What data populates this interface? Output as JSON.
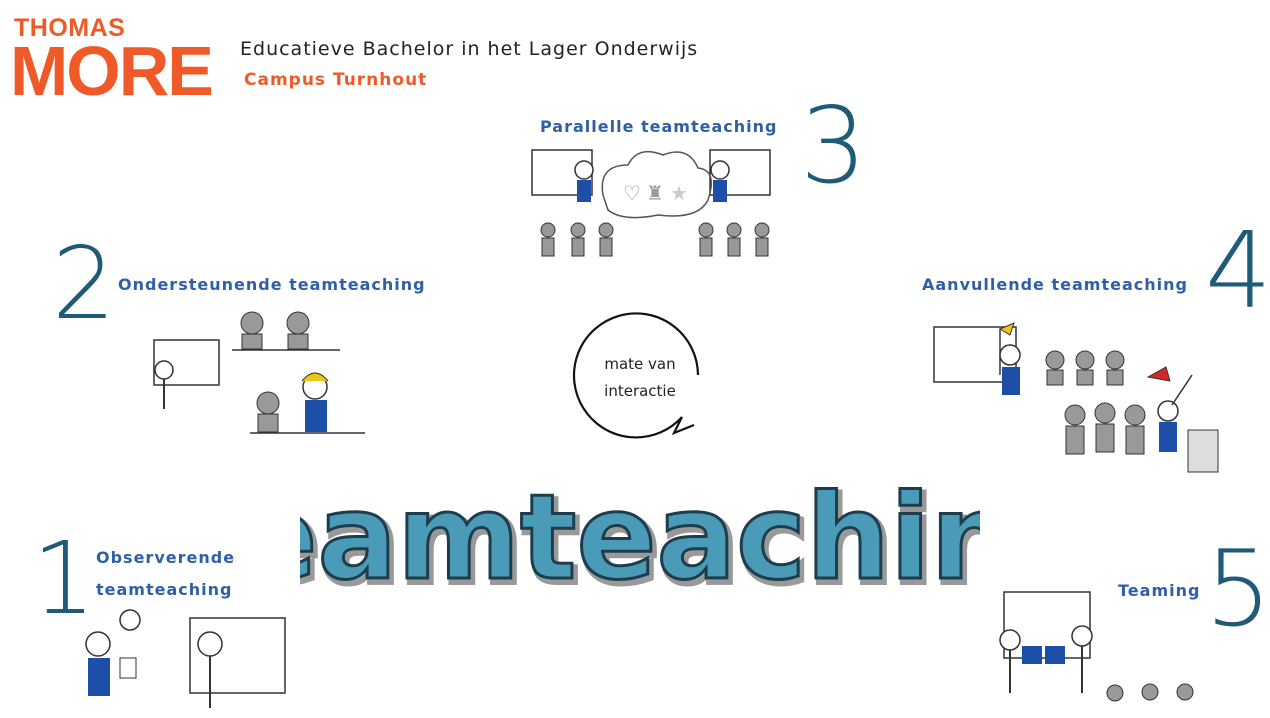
{
  "header": {
    "logo_line1": "THOMAS",
    "logo_line2": "MORE",
    "subtitle": "Educatieve Bachelor in het Lager Onderwijs",
    "campus": "Campus Turnhout"
  },
  "center": {
    "cycle_line1": "mate van",
    "cycle_line2": "interactie",
    "title": "teamteaching"
  },
  "steps": [
    {
      "number": "1",
      "label_line1": "Observerende",
      "label_line2": "teamteaching"
    },
    {
      "number": "2",
      "label_line1": "Ondersteunende teamteaching",
      "label_line2": ""
    },
    {
      "number": "3",
      "label_line1": "Parallelle teamteaching",
      "label_line2": ""
    },
    {
      "number": "4",
      "label_line1": "Aanvullende teamteaching",
      "label_line2": ""
    },
    {
      "number": "5",
      "label_line1": "Teaming",
      "label_line2": ""
    }
  ],
  "colors": {
    "brand_orange": "#f05a28",
    "label_blue": "#2e5fa8",
    "number_teal": "#1e5b78",
    "title_fill": "#4a9bb8",
    "shirt_blue": "#1e4fa8",
    "flag_yellow": "#f0c419",
    "flag_red": "#d62828"
  }
}
